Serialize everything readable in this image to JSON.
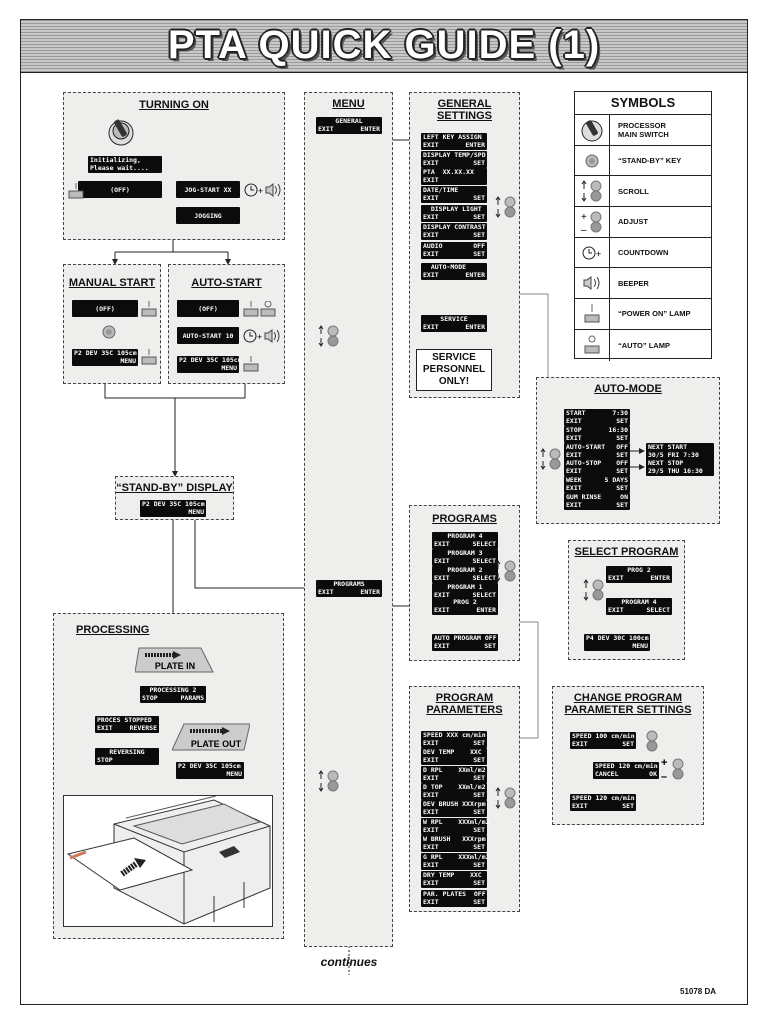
{
  "title": "PTA QUICK GUIDE (1)",
  "doc_number": "51078 DA",
  "continues": "continues",
  "turning_on": {
    "heading": "TURNING ON",
    "init_line1": "Initializing,",
    "init_line2": "Please wait....",
    "off": "(OFF)",
    "jog_start": "JOG-START XX",
    "jogging": "JOGGING"
  },
  "manual_start": {
    "heading": "MANUAL START",
    "off": "(OFF)",
    "status_left": "P2 DEV 35C 105cm",
    "status_right": "MENU"
  },
  "auto_start": {
    "heading": "AUTO-START",
    "off": "(OFF)",
    "auto_start": "AUTO-START 10",
    "status_left": "P2 DEV 35C 105cm",
    "status_right": "MENU"
  },
  "standby": {
    "heading": "“STAND-BY” DISPLAY",
    "line1": "P2 DEV 35C 105cm",
    "line2": "MENU"
  },
  "processing": {
    "heading": "PROCESSING",
    "plate_in": "PLATE IN",
    "processing_1": "PROCESSING 2",
    "processing_stop": "STOP",
    "processing_params": "PARAMS",
    "proces_stopped": "PROCES STOPPED",
    "exit": "EXIT",
    "reverse": "REVERSE",
    "reversing": "REVERSING",
    "stop": "STOP",
    "plate_out": "PLATE OUT",
    "status_left": "P2 DEV 35C 105cm",
    "status_right": "MENU"
  },
  "menu": {
    "heading": "MENU",
    "general_l1": "GENERAL",
    "general_exit": "EXIT",
    "general_enter": "ENTER",
    "programs_l1": "PROGRAMS",
    "programs_exit": "EXIT",
    "programs_enter": "ENTER"
  },
  "general_settings": {
    "heading_1": "GENERAL",
    "heading_2": "SETTINGS",
    "items": [
      {
        "a": "LEFT KEY ASSIGN",
        "b": "",
        "c": "EXIT",
        "d": "ENTER"
      },
      {
        "a": "DISPLAY TEMP/SPD",
        "b": "",
        "c": "EXIT",
        "d": "SET"
      },
      {
        "a": "PTA  XX.XX.XX",
        "b": "",
        "c": "EXIT",
        "d": ""
      },
      {
        "a": "DATE/TIME",
        "b": "",
        "c": "EXIT",
        "d": "SET"
      },
      {
        "a": "  DISPLAY LIGHT",
        "b": "",
        "c": "EXIT",
        "d": "SET"
      },
      {
        "a": "DISPLAY CONTRAST",
        "b": "",
        "c": "EXIT",
        "d": "SET"
      },
      {
        "a": "AUDIO",
        "b": "OFF",
        "c": "EXIT",
        "d": "SET"
      },
      {
        "a": "  AUTO-MODE",
        "b": "",
        "c": "EXIT",
        "d": "ENTER"
      }
    ],
    "service_l1": "SERVICE",
    "service_exit": "EXIT",
    "service_enter": "ENTER",
    "service_box_1": "SERVICE",
    "service_box_2": "PERSONNEL",
    "service_box_3": "ONLY!"
  },
  "symbols": {
    "heading": "SYMBOLS",
    "items": [
      {
        "label_1": "PROCESSOR",
        "label_2": "MAIN SWITCH",
        "icon": "main-switch-icon"
      },
      {
        "label_1": "“STAND-BY” KEY",
        "label_2": "",
        "icon": "standby-key-icon"
      },
      {
        "label_1": "SCROLL",
        "label_2": "",
        "icon": "scroll-icon"
      },
      {
        "label_1": "ADJUST",
        "label_2": "",
        "icon": "adjust-icon"
      },
      {
        "label_1": "COUNTDOWN",
        "label_2": "",
        "icon": "countdown-icon"
      },
      {
        "label_1": "BEEPER",
        "label_2": "",
        "icon": "beeper-icon"
      },
      {
        "label_1": "“POWER ON” LAMP",
        "label_2": "",
        "icon": "power-on-lamp-icon"
      },
      {
        "label_1": "“AUTO” LAMP",
        "label_2": "",
        "icon": "auto-lamp-icon"
      }
    ]
  },
  "auto_mode": {
    "heading": "AUTO-MODE",
    "items": [
      {
        "a": "START",
        "b": "7:30",
        "c": "EXIT",
        "d": "SET"
      },
      {
        "a": "STOP",
        "b": "16:30",
        "c": "EXIT",
        "d": "SET"
      },
      {
        "a": "AUTO-START",
        "b": "OFF",
        "c": "EXIT",
        "d": "SET"
      },
      {
        "a": "AUTO-STOP",
        "b": "OFF",
        "c": "EXIT",
        "d": "SET"
      },
      {
        "a": "WEEK",
        "b": "5 DAYS",
        "c": "EXIT",
        "d": "SET"
      },
      {
        "a": "GUM RINSE",
        "b": "ON",
        "c": "EXIT",
        "d": "SET"
      }
    ],
    "next_start_1": "NEXT START",
    "next_start_2": "30/5 FRI 7:30",
    "next_stop_1": "NEXT STOP",
    "next_stop_2": "29/5 THU 16:30"
  },
  "programs": {
    "heading": "PROGRAMS",
    "items": [
      {
        "a": "PROGRAM 4",
        "c": "EXIT",
        "d": "SELECT"
      },
      {
        "a": "PROGRAM 3",
        "c": "EXIT",
        "d": "SELECT"
      },
      {
        "a": "PROGRAM 2",
        "c": "EXIT",
        "d": "SELECT"
      },
      {
        "a": "PROGRAM 1",
        "c": "EXIT",
        "d": "SELECT"
      },
      {
        "a": "PROG 2",
        "c": "EXIT",
        "d": "ENTER"
      }
    ],
    "auto_program": "AUTO PROGRAM OFF",
    "auto_exit": "EXIT",
    "auto_set": "SET"
  },
  "select_program": {
    "heading": "SELECT PROGRAM",
    "prog2": "PROG 2",
    "prog2_exit": "EXIT",
    "prog2_enter": "ENTER",
    "prog4": "PROGRAM 4",
    "prog4_exit": "EXIT",
    "prog4_select": "SELECT",
    "status_1": "P4 DEV 30C 100cm",
    "status_2": "MENU"
  },
  "program_parameters": {
    "heading_1": "PROGRAM",
    "heading_2": "PARAMETERS",
    "items": [
      {
        "a": "SPEED XXX cm/min",
        "c": "EXIT",
        "d": "SET"
      },
      {
        "a": "DEV TEMP    XXC",
        "c": "EXIT",
        "d": "SET"
      },
      {
        "a": "D RPL    XXml/m2",
        "c": "EXIT",
        "d": "SET"
      },
      {
        "a": "D TOP    XXml/m2",
        "c": "EXIT",
        "d": "SET"
      },
      {
        "a": "DEV BRUSH XXXrpm",
        "c": "EXIT",
        "d": "SET"
      },
      {
        "a": "W RPL    XXXml/m2",
        "c": "EXIT",
        "d": "SET"
      },
      {
        "a": "W BRUSH   XXXrpm",
        "c": "EXIT",
        "d": "SET"
      },
      {
        "a": "G RPL    XXXml/m2",
        "c": "EXIT",
        "d": "SET"
      },
      {
        "a": "DRY TEMP    XXC",
        "c": "EXIT",
        "d": "SET"
      },
      {
        "a": "PAR. PLATES  OFF",
        "c": "EXIT",
        "d": "SET"
      }
    ]
  },
  "change_program": {
    "heading_1": "CHANGE PROGRAM",
    "heading_2": "PARAMETER SETTINGS",
    "s1_a": "SPEED 100 cm/min",
    "s1_c": "EXIT",
    "s1_d": "SET",
    "s2_a": "SPEED 120 cm/min",
    "s2_c": "CANCEL",
    "s2_d": "OK",
    "s3_a": "SPEED 120 cm/min",
    "s3_c": "EXIT",
    "s3_d": "SET"
  }
}
